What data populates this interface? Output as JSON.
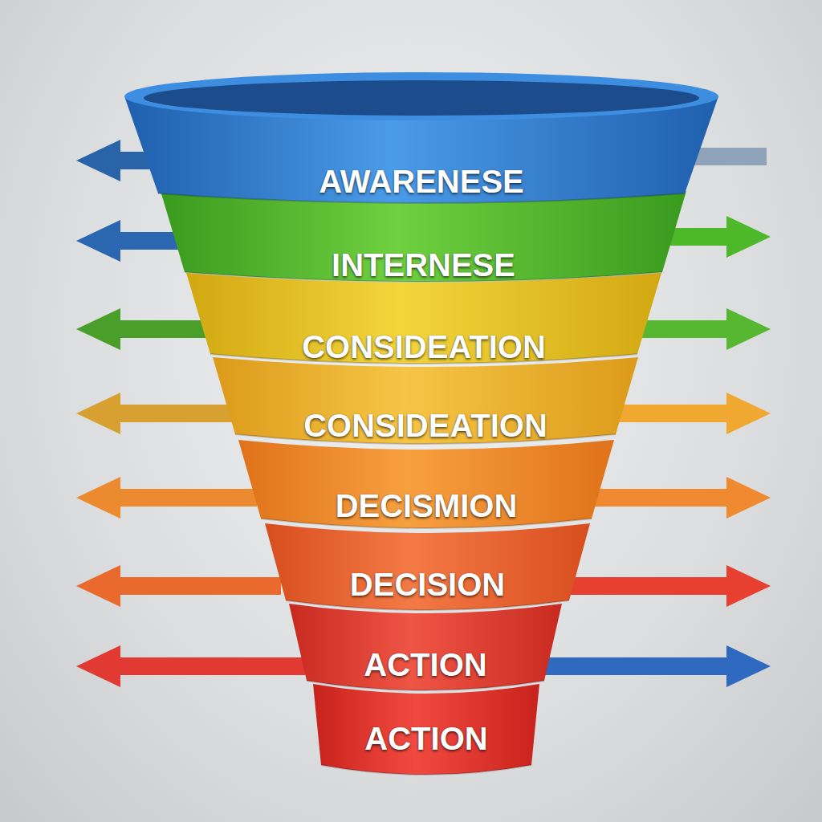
{
  "diagram": {
    "nodes": [
      {
        "text": [
          "AWARENESE"
        ]
      },
      {
        "text": [
          "INTERNESE"
        ]
      },
      {
        "text": [
          "CONSIDEATION"
        ]
      },
      {
        "text": [
          "CONSIDEATION"
        ]
      },
      {
        "text": [
          "DECISMION"
        ]
      },
      {
        "text": [
          "DECISION"
        ]
      },
      {
        "text": [
          "ACTION"
        ]
      },
      {
        "text": [
          "ACTION"
        ]
      }
    ]
  }
}
